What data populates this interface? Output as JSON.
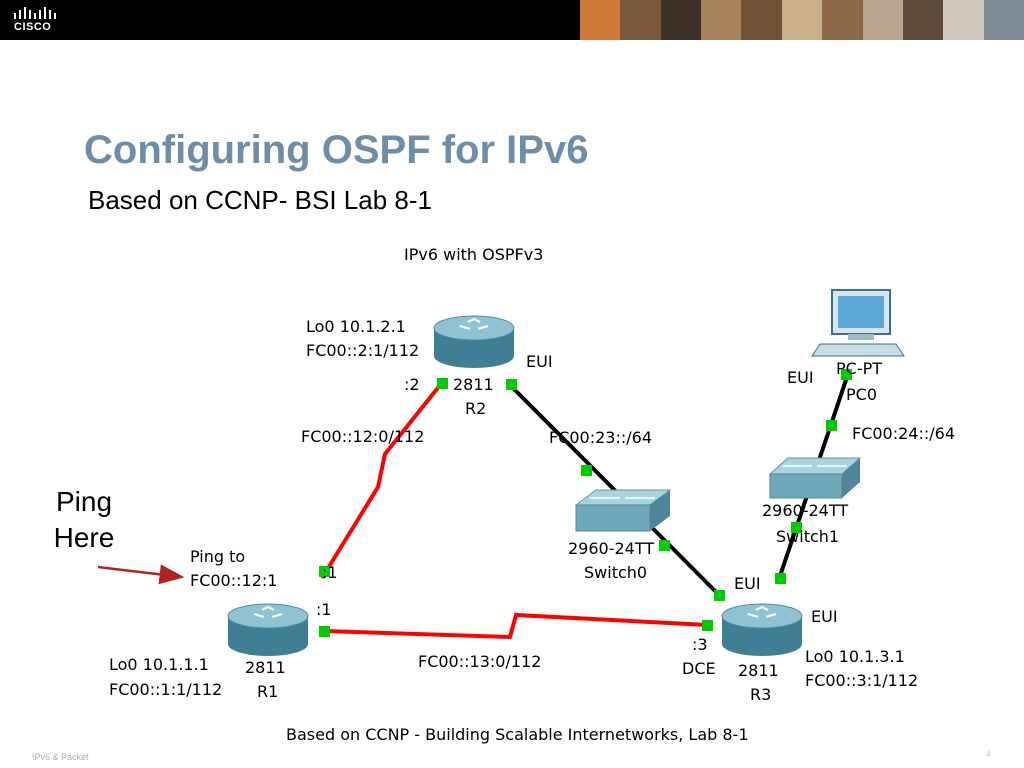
{
  "header": {
    "logo_text": "CISCO",
    "brand_colors": {
      "bar": "#000000",
      "logo": "#ffffff"
    },
    "photo_strip_colors": [
      "#d07a3a",
      "#7a5a3e",
      "#3e3228",
      "#a8825a",
      "#6e5238",
      "#c9b08a",
      "#8a6a4a",
      "#b9a58e",
      "#5e4a3a",
      "#cfc9c0",
      "#7e8a96"
    ]
  },
  "slide": {
    "title": "Configuring OSPF for IPv6",
    "subtitle": "Based on CCNP- BSI Lab 8-1",
    "ping_label_line1": "Ping",
    "ping_label_line2": "Here",
    "footer": "IPv6 & Packet",
    "page_number": "4",
    "title_color": "#6d8ea6"
  },
  "diagram": {
    "title": "IPv6 with OSPFv3",
    "caption": "Based on CCNP - Building Scalable Internetworks, Lab 8-1",
    "colors": {
      "serial_link": "#ff0000",
      "ethernet_link": "#000000",
      "port": "#00cc00",
      "router": "#4f8fa5",
      "switch": "#6fa8b8"
    },
    "R2": {
      "lo_line1": "Lo0 10.1.2.1",
      "lo_line2": "FC00::2:1/112",
      "model": "2811",
      "name": "R2",
      "port_serial": ":2",
      "port_eth": "EUI"
    },
    "R1": {
      "lo_line1": "Lo0 10.1.1.1",
      "lo_line2": "FC00::1:1/112",
      "model": "2811",
      "name": "R1",
      "port_up": ":1",
      "port_right": ":1",
      "ping_line1": "Ping to",
      "ping_line2": "FC00::12:1"
    },
    "R3": {
      "lo_line1": "Lo0 10.1.3.1",
      "lo_line2": "FC00::3:1/112",
      "model": "2811",
      "name": "R3",
      "port_serial": ":3",
      "port_dce": "DCE",
      "port_eth_left": "EUI",
      "port_eth_right": "EUI"
    },
    "Switch0": {
      "model": "2960-24TT",
      "name": "Switch0"
    },
    "Switch1": {
      "model": "2960-24TT",
      "name": "Switch1"
    },
    "PC0": {
      "model": "PC-PT",
      "name": "PC0",
      "port": "EUI"
    },
    "links": {
      "r1_r2": "FC00::12:0/112",
      "r1_r3": "FC00::13:0/112",
      "r2_sw0": "FC00:23::/64",
      "sw1_pc": "FC00:24::/64"
    }
  }
}
